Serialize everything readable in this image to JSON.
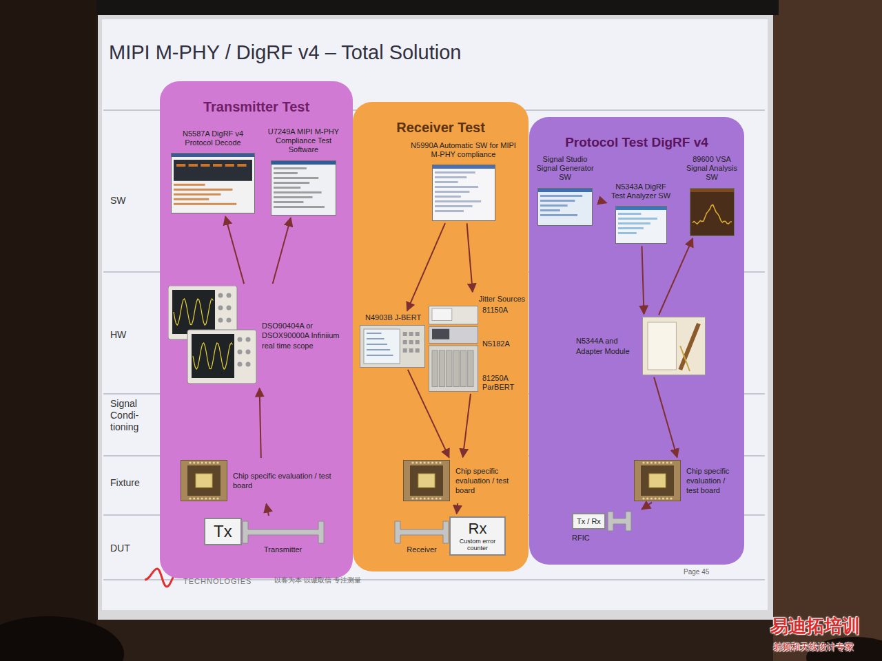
{
  "diagram": {
    "title": "MIPI M-PHY / DigRF v4 – Total Solution",
    "nodes": [
      {
        "text": [
          "Transmitter Test"
        ]
      },
      {
        "text": [
          "N5587A DigRF v4 Protocol Decode"
        ],
        "in": 0
      },
      {
        "text": [
          "U7249A MIPI M-PHY Compliance Test Software"
        ],
        "in": 0
      },
      {
        "text": [
          "DSO90404A or DSOX90000A Infiniium real time scope"
        ],
        "in": 0
      },
      {
        "text": [
          "Chip specific evaluation / test board"
        ],
        "in": 0
      },
      {
        "text": [
          "Tx",
          "Transmitter"
        ],
        "in": 0
      },
      {
        "text": [
          "Receiver Test"
        ]
      },
      {
        "text": [
          "N5990A Automatic SW for MIPI M-PHY compliance"
        ],
        "in": 6
      },
      {
        "text": [
          "N4903B J-BERT"
        ],
        "in": 6
      },
      {
        "text": [
          "Jitter Sources",
          "81150A",
          "N5182A",
          "81250A ParBERT"
        ],
        "in": 6
      },
      {
        "text": [
          "Chip specific evaluation / test board"
        ],
        "in": 6
      },
      {
        "text": [
          "Rx",
          "Receiver",
          "Custom error counter"
        ],
        "in": 6
      },
      {
        "text": [
          "Protocol Test DigRF v4"
        ]
      },
      {
        "text": [
          "Signal Studio Signal Generator SW"
        ],
        "in": 12
      },
      {
        "text": [
          "N5343A DigRF Test Analyzer SW"
        ],
        "in": 12
      },
      {
        "text": [
          "89600 VSA Signal Analysis SW"
        ],
        "in": 12
      },
      {
        "text": [
          "N5344A and Adapter Module"
        ],
        "in": 12
      },
      {
        "text": [
          "Chip specific evaluation / test board"
        ],
        "in": 12
      },
      {
        "text": [
          "Tx / Rx",
          "RFIC"
        ],
        "in": 12
      }
    ],
    "edges": [
      {
        "from": 5,
        "to": 4,
        "arrow": "to"
      },
      {
        "from": 4,
        "to": 3,
        "arrow": "to"
      },
      {
        "from": 3,
        "to": 1,
        "arrow": "to"
      },
      {
        "from": 3,
        "to": 2,
        "arrow": "to"
      },
      {
        "from": 7,
        "to": 8,
        "arrow": "to"
      },
      {
        "from": 7,
        "to": 9,
        "arrow": "to"
      },
      {
        "from": 8,
        "to": 10,
        "arrow": "to"
      },
      {
        "from": 9,
        "to": 10,
        "arrow": "to"
      },
      {
        "from": 10,
        "to": 11,
        "arrow": "to"
      },
      {
        "from": 13,
        "to": 14,
        "arrow": "to"
      },
      {
        "from": 14,
        "to": 16,
        "arrow": "to"
      },
      {
        "from": 16,
        "to": 15,
        "arrow": "to"
      },
      {
        "from": 16,
        "to": 17,
        "arrow": "to"
      },
      {
        "from": 17,
        "to": 18,
        "arrow": "to"
      }
    ],
    "labels": [
      "SW",
      "HW",
      "Signal Condi- tioning",
      "Fixture",
      "DUT",
      "TECHNOLOGIES",
      "以客为本 以诚取信 专注测量",
      "Page 45",
      "易迪拓培训",
      "射频和天线设计专家"
    ]
  }
}
